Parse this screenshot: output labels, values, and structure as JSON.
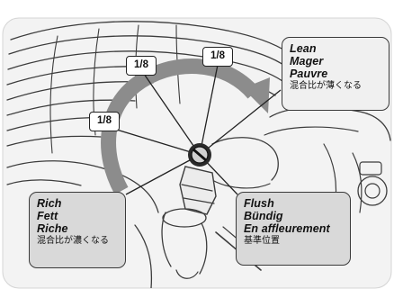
{
  "callouts": {
    "lean": {
      "lines": [
        "Lean",
        "Mager",
        "Pauvre"
      ],
      "japanese": "混合比が薄くなる"
    },
    "rich": {
      "lines": [
        "Rich",
        "Fett",
        "Riche"
      ],
      "japanese": "混合比が濃くなる"
    },
    "flush": {
      "lines": [
        "Flush",
        "Bündig",
        "En affleurement"
      ],
      "japanese": "基準位置"
    }
  },
  "turn_marks": [
    "1/8",
    "1/8",
    "1/8"
  ],
  "colors": {
    "lean_box": "#f0f0f0",
    "rich_box": "#d9d9d9",
    "flush_box": "#d9d9d9",
    "arrow": "#8c8c8c",
    "lines": "#222222"
  },
  "icons": {
    "engine": "engine-cylinder-head",
    "needle": "mixture-needle-screw",
    "arrow": "curved-arrow"
  }
}
